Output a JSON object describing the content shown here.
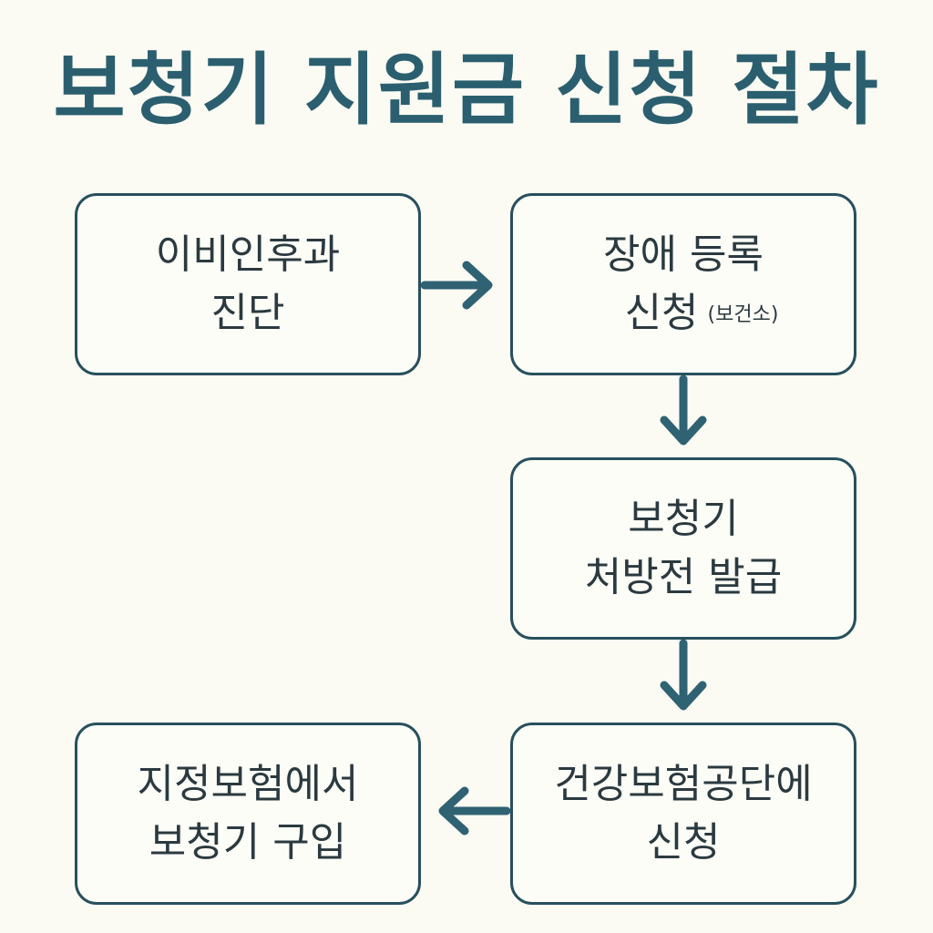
{
  "title": "보청기 지원금 신청 절차",
  "steps": [
    {
      "line1": "이비인후과",
      "line2": "진단",
      "note": ""
    },
    {
      "line1": "장애 등록",
      "line2": "신청",
      "note": "(보건소)"
    },
    {
      "line1": "보청기",
      "line2": "처방전 발급",
      "note": ""
    },
    {
      "line1": "건강보험공단에",
      "line2": "신청",
      "note": ""
    },
    {
      "line1": "지정보험에서",
      "line2": "보청기 구입",
      "note": ""
    }
  ],
  "colors": {
    "title": "#2b5f6f",
    "arrow": "#2f6273",
    "border": "#28505d",
    "background": "#fbfbf3"
  }
}
